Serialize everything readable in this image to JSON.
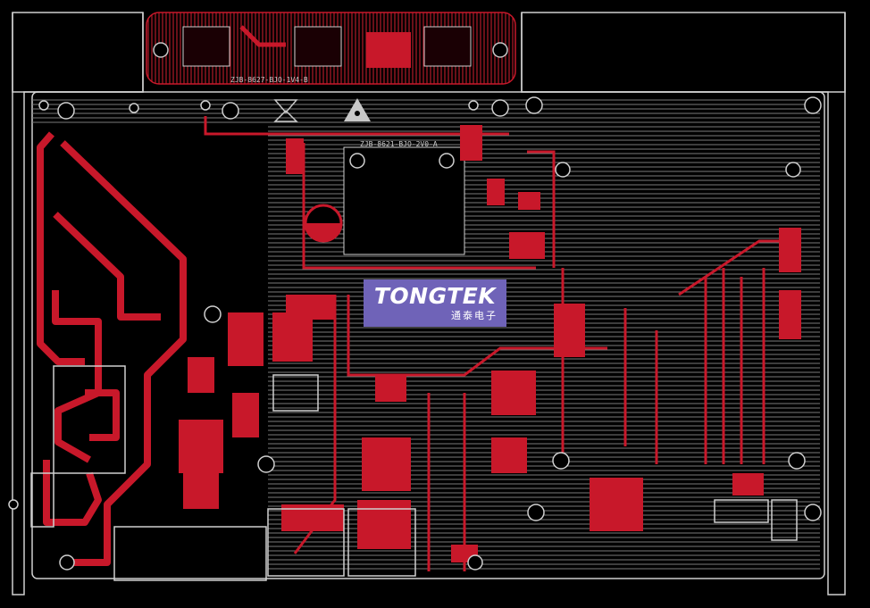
{
  "colors": {
    "background": "#000000",
    "copper_trace": "#c8182a",
    "hatched_pour": "#8a8a8a",
    "outline": "#d0d0d0",
    "silkscreen": "#c8c8c8",
    "logo_bg": "#6f63b8",
    "logo_text": "#ffffff"
  },
  "board": {
    "top_label": "ZJB-8627-BJO-1V4-B",
    "main_label": "ZJB-8621-BJO-2V0-A"
  },
  "logo": {
    "name": "TONGTEK",
    "subtitle": "通泰电子"
  },
  "icons": [
    "no-dispose-icon",
    "esd-warning-icon",
    "mounting-hole-icon"
  ]
}
